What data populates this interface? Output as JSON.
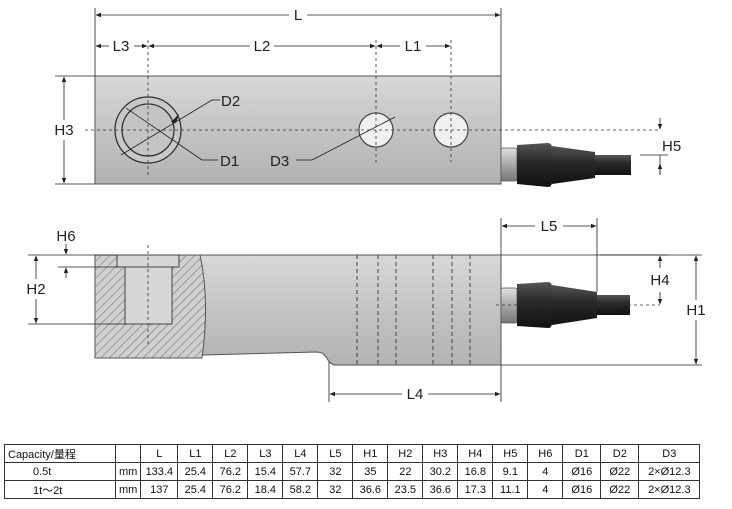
{
  "labels": {
    "L": "L",
    "L1": "L1",
    "L2": "L2",
    "L3": "L3",
    "L4": "L4",
    "L5": "L5",
    "H1": "H1",
    "H2": "H2",
    "H3": "H3",
    "H4": "H4",
    "H5": "H5",
    "H6": "H6",
    "D1": "D1",
    "D2": "D2",
    "D3": "D3"
  },
  "colors": {
    "body": "#c2c2c2",
    "cable": "#262626",
    "hatch": "#8a8a8a",
    "line": "#222222"
  },
  "table": {
    "headers": [
      "Capacity/量程",
      "",
      "L",
      "L1",
      "L2",
      "L3",
      "L4",
      "L5",
      "H1",
      "H2",
      "H3",
      "H4",
      "H5",
      "H6",
      "D1",
      "D2",
      "D3"
    ],
    "rows": [
      [
        "0.5t",
        "mm",
        "133.4",
        "25.4",
        "76.2",
        "15.4",
        "57.7",
        "32",
        "35",
        "22",
        "30.2",
        "16.8",
        "9.1",
        "4",
        "Ø16",
        "Ø22",
        "2×Ø12.3"
      ],
      [
        "1t～2t",
        "mm",
        "137",
        "25.4",
        "76.2",
        "18.4",
        "58.2",
        "32",
        "36.6",
        "23.5",
        "36.6",
        "17.3",
        "11.1",
        "4",
        "Ø16",
        "Ø22",
        "2×Ø12.3"
      ]
    ]
  }
}
